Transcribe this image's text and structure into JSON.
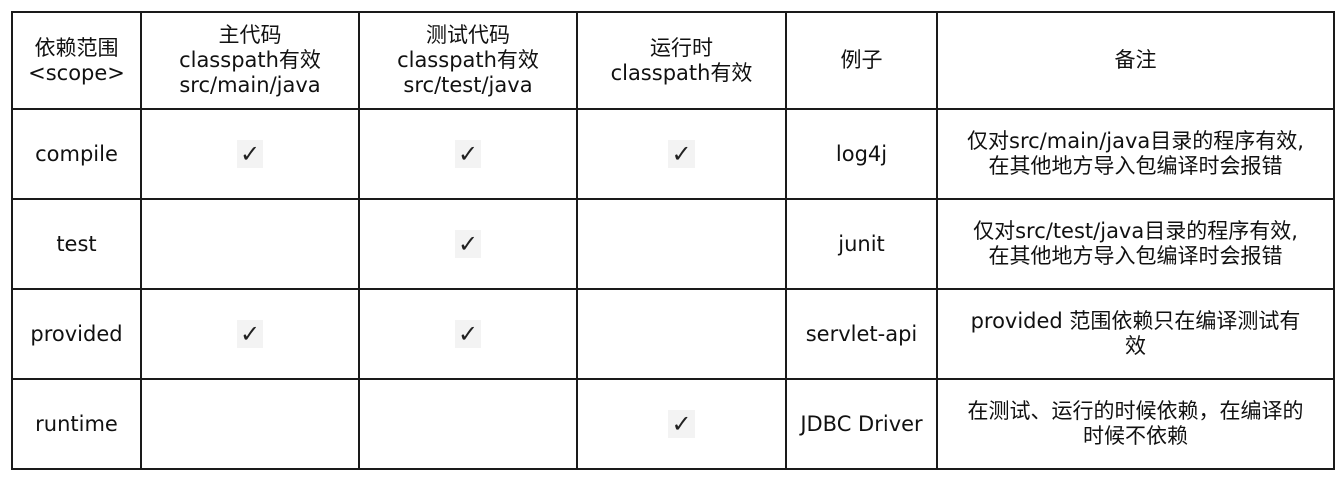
{
  "table": {
    "headers": [
      {
        "lines": [
          "依赖范围",
          "<scope>"
        ]
      },
      {
        "lines": [
          "主代码",
          "classpath有效",
          "src/main/java"
        ]
      },
      {
        "lines": [
          "测试代码",
          "classpath有效",
          "src/test/java"
        ]
      },
      {
        "lines": [
          "运行时",
          "classpath有效"
        ]
      },
      {
        "lines": [
          "例子"
        ]
      },
      {
        "lines": [
          "备注"
        ]
      }
    ],
    "check_mark": "✓",
    "rows": [
      {
        "scope": "compile",
        "main": "✓",
        "test": "✓",
        "runtime": "✓",
        "example": "log4j",
        "note": [
          "仅对src/main/java目录的程序有效,",
          "在其他地方导入包编译时会报错"
        ]
      },
      {
        "scope": "test",
        "main": "",
        "test": "✓",
        "runtime": "",
        "example": "junit",
        "note": [
          "仅对src/test/java目录的程序有效,",
          "在其他地方导入包编译时会报错"
        ]
      },
      {
        "scope": "provided",
        "main": "✓",
        "test": "✓",
        "runtime": "",
        "example": "servlet-api",
        "note": [
          "provided 范围依赖只在编译测试有",
          "效"
        ]
      },
      {
        "scope": "runtime",
        "main": "",
        "test": "",
        "runtime": "✓",
        "example": "JDBC Driver",
        "note": [
          "在测试、运行的时候依赖，在编译的",
          "时候不依赖"
        ]
      }
    ]
  }
}
